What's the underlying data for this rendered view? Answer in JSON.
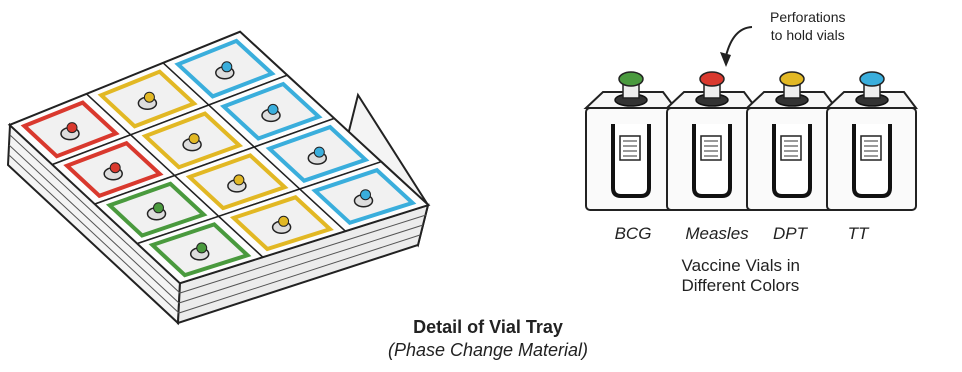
{
  "tray": {
    "color_names": [
      "red",
      "green",
      "yellow",
      "blue"
    ],
    "colors": {
      "red": "#d9392e",
      "green": "#4a9a3e",
      "yellow": "#e2b824",
      "blue": "#3aaedc"
    },
    "grid": [
      [
        "red",
        "red",
        "green",
        "green"
      ],
      [
        "yellow",
        "yellow",
        "yellow",
        "yellow"
      ],
      [
        "blue",
        "blue",
        "blue",
        "blue"
      ]
    ]
  },
  "vials": [
    {
      "label": "BCG",
      "cap_color": "#4a9a3e"
    },
    {
      "label": "Measles",
      "cap_color": "#d9392e"
    },
    {
      "label": "DPT",
      "cap_color": "#e2b824"
    },
    {
      "label": "TT",
      "cap_color": "#3aaedc"
    }
  ],
  "annotation": {
    "line1": "Perforations",
    "line2": "to hold vials"
  },
  "vials_caption": "Vaccine Vials in Different Colors",
  "caption": {
    "title": "Detail of Vial Tray",
    "subtitle": "(Phase Change Material)"
  }
}
